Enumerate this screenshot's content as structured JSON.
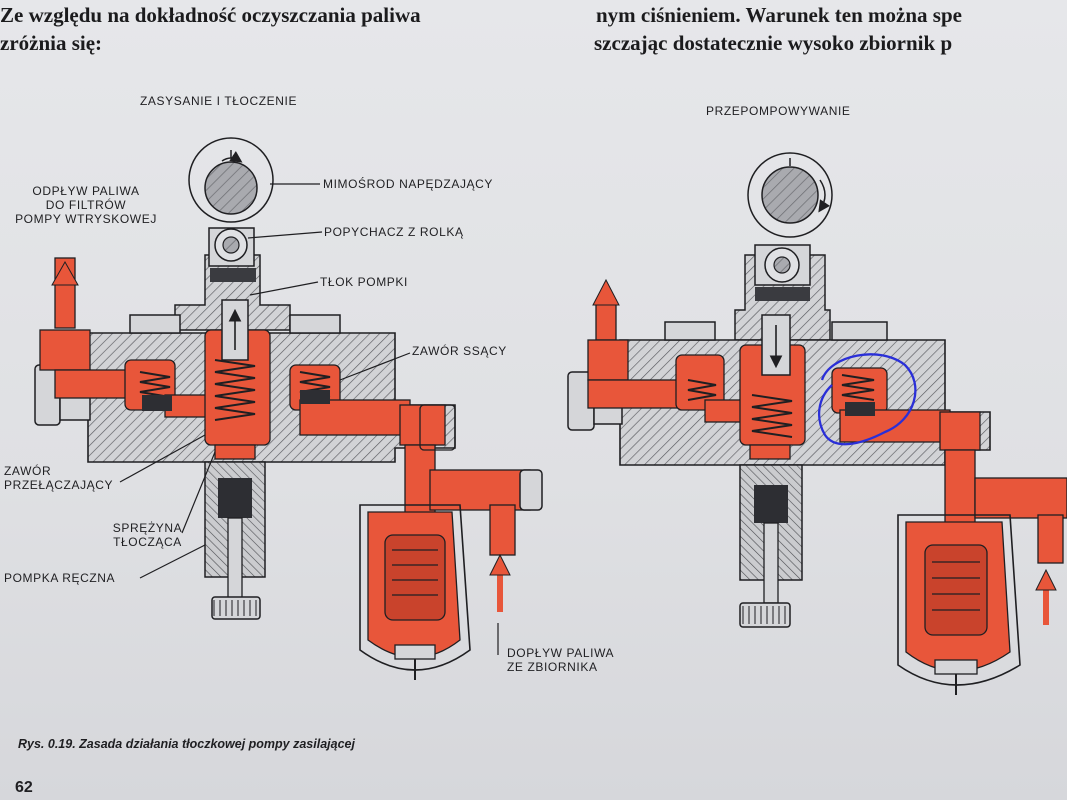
{
  "book_text": {
    "left_line_1": "Ze względu na dokładność oczyszczania paliwa",
    "left_line_2": "zróżnia się:",
    "right_line_1": "nym ciśnieniem. Warunek ten można spe",
    "right_line_2": "szczając dostatecznie wysoko zbiornik p"
  },
  "left_diagram": {
    "title": "ZASYSANIE I TŁOCZENIE",
    "labels": {
      "outflow": [
        "ODPŁYW PALIWA",
        "DO FILTRÓW",
        "POMPY WTRYSKOWEJ"
      ],
      "eccentric": "MIMOŚROD NAPĘDZAJĄCY",
      "pusher": "POPYCHACZ Z ROLKĄ",
      "piston": "TŁOK POMPKI",
      "suction_valve": "ZAWÓR SSĄCY",
      "switch_valve": [
        "ZAWÓR",
        "PRZEŁĄCZAJĄCY"
      ],
      "spring": [
        "SPRĘŻYNA",
        "TŁOCZĄCA"
      ],
      "hand_pump": "POMPKA RĘCZNA",
      "inflow": [
        "DOPŁYW PALIWA",
        "ZE ZBIORNIKA"
      ]
    }
  },
  "right_diagram": {
    "title": "PRZEPOMPOWYWANIE"
  },
  "caption": "Rys. 0.19. Zasada działania tłoczkowej pompy zasilającej",
  "page_number": "62",
  "colors": {
    "fuel": "#e8563a",
    "fuel_dark": "#c9432c",
    "ink": "#1f1f22",
    "body_gray": "#c9cacd",
    "highlight": "#2a2fd8"
  }
}
